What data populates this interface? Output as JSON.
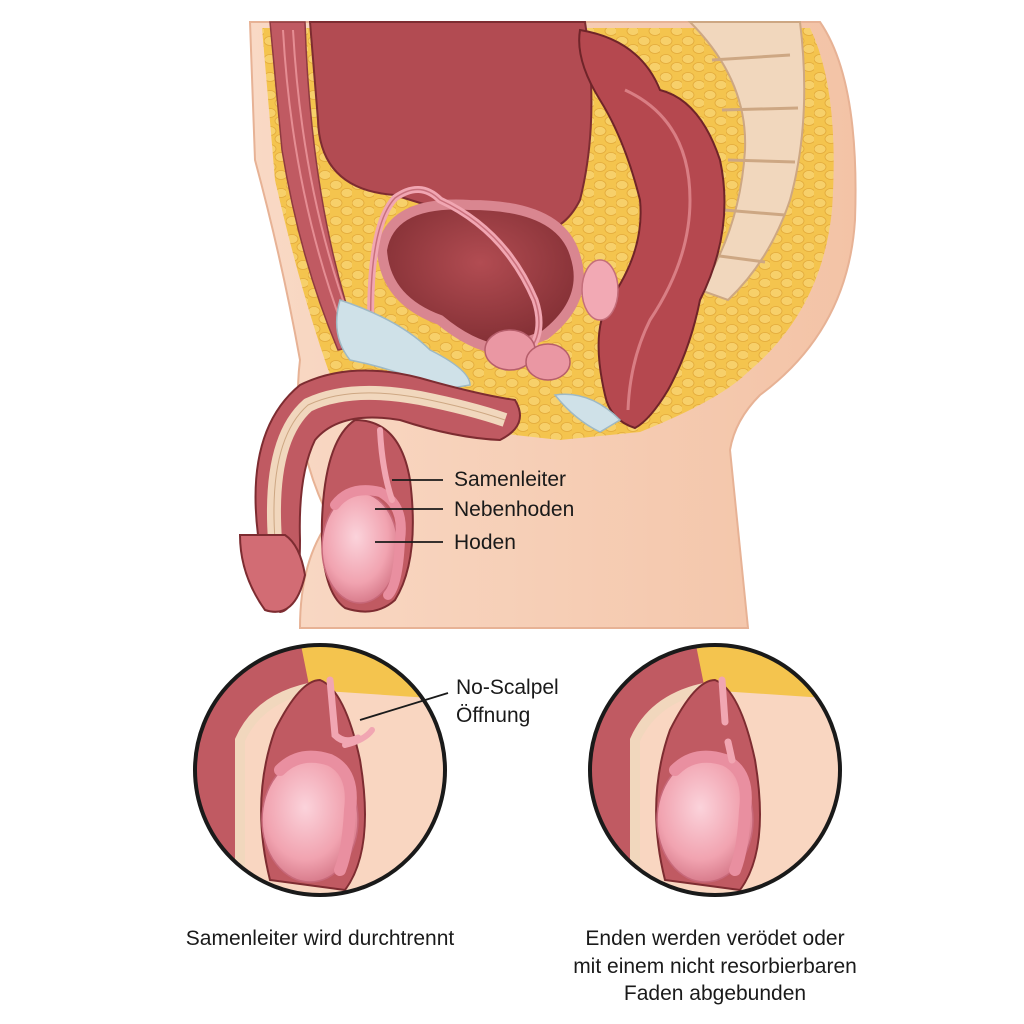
{
  "labels": {
    "vas_deferens": "Samenleiter",
    "epididymis": "Nebenhoden",
    "testicle": "Hoden",
    "opening_line1": "No-Scalpel",
    "opening_line2": "Öffnung"
  },
  "captions": {
    "left": "Samenleiter wird durchtrennt",
    "right_line1": "Enden werden verödet oder",
    "right_line2": "mit einem nicht resorbierbaren",
    "right_line3": "Faden abgebunden"
  },
  "colors": {
    "skin": "#f8d3bb",
    "skin_shade": "#e9a888",
    "fat": "#f4c44e",
    "bladder_wall": "#d9858f",
    "bladder_inner": "#9c3d42",
    "muscle": "#c8606a",
    "testis": "#f4a8b4",
    "epididymis": "#e5949f",
    "rectum": "#b5484f",
    "bone": "#f3dcc3",
    "outline": "#1a1a1a",
    "label_line": "#1a1a1a"
  }
}
